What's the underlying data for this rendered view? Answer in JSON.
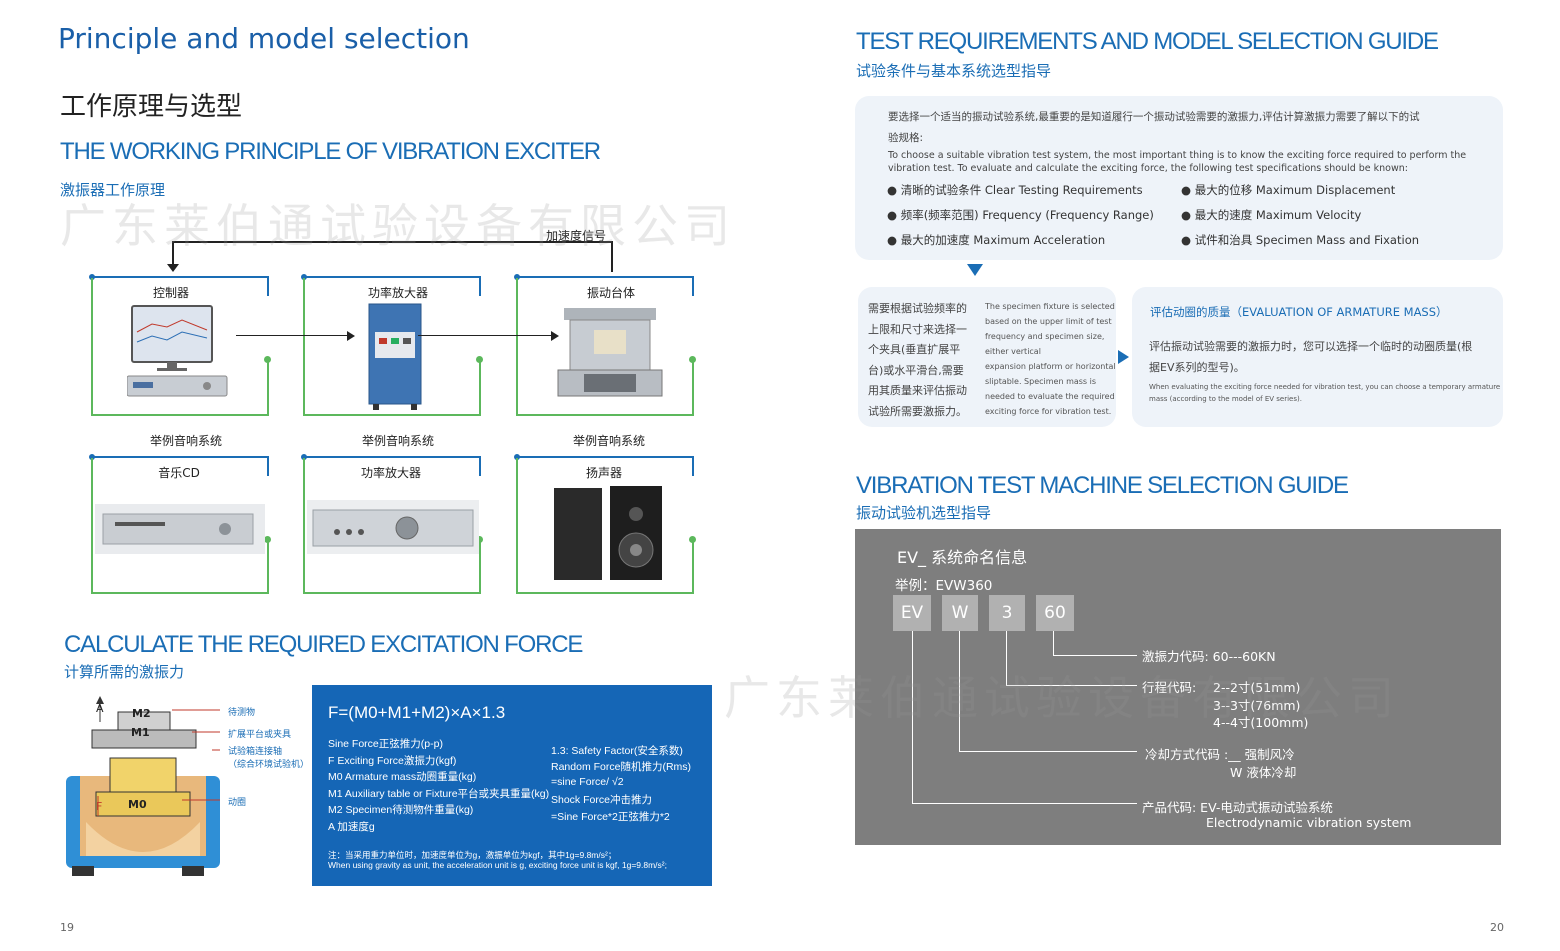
{
  "left": {
    "principle_title": "Principle and model selection",
    "work_title_zh": "工作原理与选型",
    "working_en": "THE WORKING PRINCIPLE OF VIBRATION EXCITER",
    "working_zh": "激振器工作原理",
    "accel_signal": "加速度信号",
    "boxes_top": [
      "控制器",
      "功率放大器",
      "振动台体"
    ],
    "example_labels": [
      "举例音响系统",
      "举例音响系统",
      "举例音响系统"
    ],
    "boxes_bottom": [
      "音乐CD",
      "功率放大器",
      "扬声器"
    ],
    "calc_en": "CALCULATE THE REQUIRED EXCITATION FORCE",
    "calc_zh": "计算所需的激振力",
    "diagram_labels": {
      "m2": "M2",
      "m1": "M1",
      "m0": "M0",
      "a": "A",
      "f": "F",
      "specimen": "待测物",
      "table": "扩展平台或夹具",
      "shaft_1": "试验箱连接轴",
      "shaft_2": "（综合环境试验机）",
      "armature": "动圈"
    },
    "formula": {
      "title": "F=(M0+M1+M2)×A×1.3",
      "lines_left": [
        "Sine Force正弦推力(p-p)",
        "F  Exciting Force激振力(kgf)",
        "M0  Armature mass动圈重量(kg)",
        "M1  Auxiliary table or Fixture平台或夹具重量(kg)",
        "M2  Specimen待测物件重量(kg)",
        "A  加速度g"
      ],
      "lines_right": [
        "1.3: Safety Factor(安全系数)",
        "Random Force随机推力(Rms)",
        "=sine Force/ √2",
        "Shock Force冲击推力",
        "=Sine Force*2正弦推力*2"
      ],
      "note_zh": "注：当采用重力单位时，加速度单位为g，激振单位为kgf，其中1g=9.8m/s²；",
      "note_en": "When using gravity as unit, the acceleration unit is g, exciting force unit is kgf, 1g=9.8m/s²;"
    },
    "page_number": "19"
  },
  "right": {
    "test_en": "TEST REQUIREMENTS AND MODEL SELECTION GUIDE",
    "test_zh": "试验条件与基本系统选型指导",
    "req_intro_zh_1": "要选择一个适当的振动试验系统,最重要的是知道履行一个振动试验需要的激振力,评估计算激振力需要了解以下的试",
    "req_intro_zh_2": "验规格:",
    "req_intro_en_1": "To choose a suitable vibration test system, the most important thing is to know the exciting force required to perform the",
    "req_intro_en_2": "vibration test. To evaluate and calculate the exciting force, the following test specifications should be known:",
    "req_items_left": [
      "● 清晰的试验条件  Clear Testing Requirements",
      "● 频率(频率范围)  Frequency (Frequency Range)",
      "● 最大的加速度  Maximum Acceleration"
    ],
    "req_items_right": [
      "● 最大的位移  Maximum Displacement",
      "● 最大的速度  Maximum Velocity",
      "● 试件和治具    Specimen Mass and Fixation"
    ],
    "specimen_zh": [
      "需要根据试验频率的",
      "上限和尺寸来选择一",
      "个夹具(垂直扩展平",
      "台)或水平滑台,需要",
      "用其质量来评估振动",
      "试验所需要激振力。"
    ],
    "specimen_en": [
      "The specimen fixture is selected",
      "based on the upper limit of test",
      "frequency and specimen size,",
      "either vertical",
      "expansion platform or horizontal",
      "sliptable. Specimen mass is",
      "needed to evaluate the required",
      "exciting force for vibration test."
    ],
    "armature_title": "评估动圈的质量（EVALUATION OF ARMATURE MASS）",
    "armature_zh_1": "评估振动试验需要的激振力时，您可以选择一个临时的动圈质量(根",
    "armature_zh_2": "据EV系列的型号)。",
    "armature_en_1": "When evaluating the exciting force needed for vibration test, you can choose a temporary armature",
    "armature_en_2": "mass (according to the model of EV series).",
    "vib_en": "VIBRATION TEST MACHINE SELECTION GUIDE",
    "vib_zh": "振动试验机选型指导",
    "naming_title": "EV_ 系统命名信息",
    "example": "举例：EVW360",
    "codes": [
      "EV",
      "W",
      "3",
      "60"
    ],
    "force_code": "激振力代码: 60---60KN",
    "stroke_label": "行程代码:",
    "stroke_values": [
      "2--2寸(51mm)",
      "3--3寸(76mm)",
      "4--4寸(100mm)"
    ],
    "cooling_label": "冷却方式代码 :__ 强制风冷",
    "cooling_w": "W 液体冷却",
    "product_code": "产品代码:  EV-电动式振动试验系统",
    "product_en": "Electrodynamic vibration system",
    "page_number": "20"
  },
  "watermark": "广东莱伯通试验设备有限公司",
  "colors": {
    "brand_blue": "#1a6db5",
    "formula_bg": "#1566b6",
    "panel_gray": "#7e7e7e",
    "green": "#5cb85c",
    "light_panel": "#eef3f9"
  }
}
